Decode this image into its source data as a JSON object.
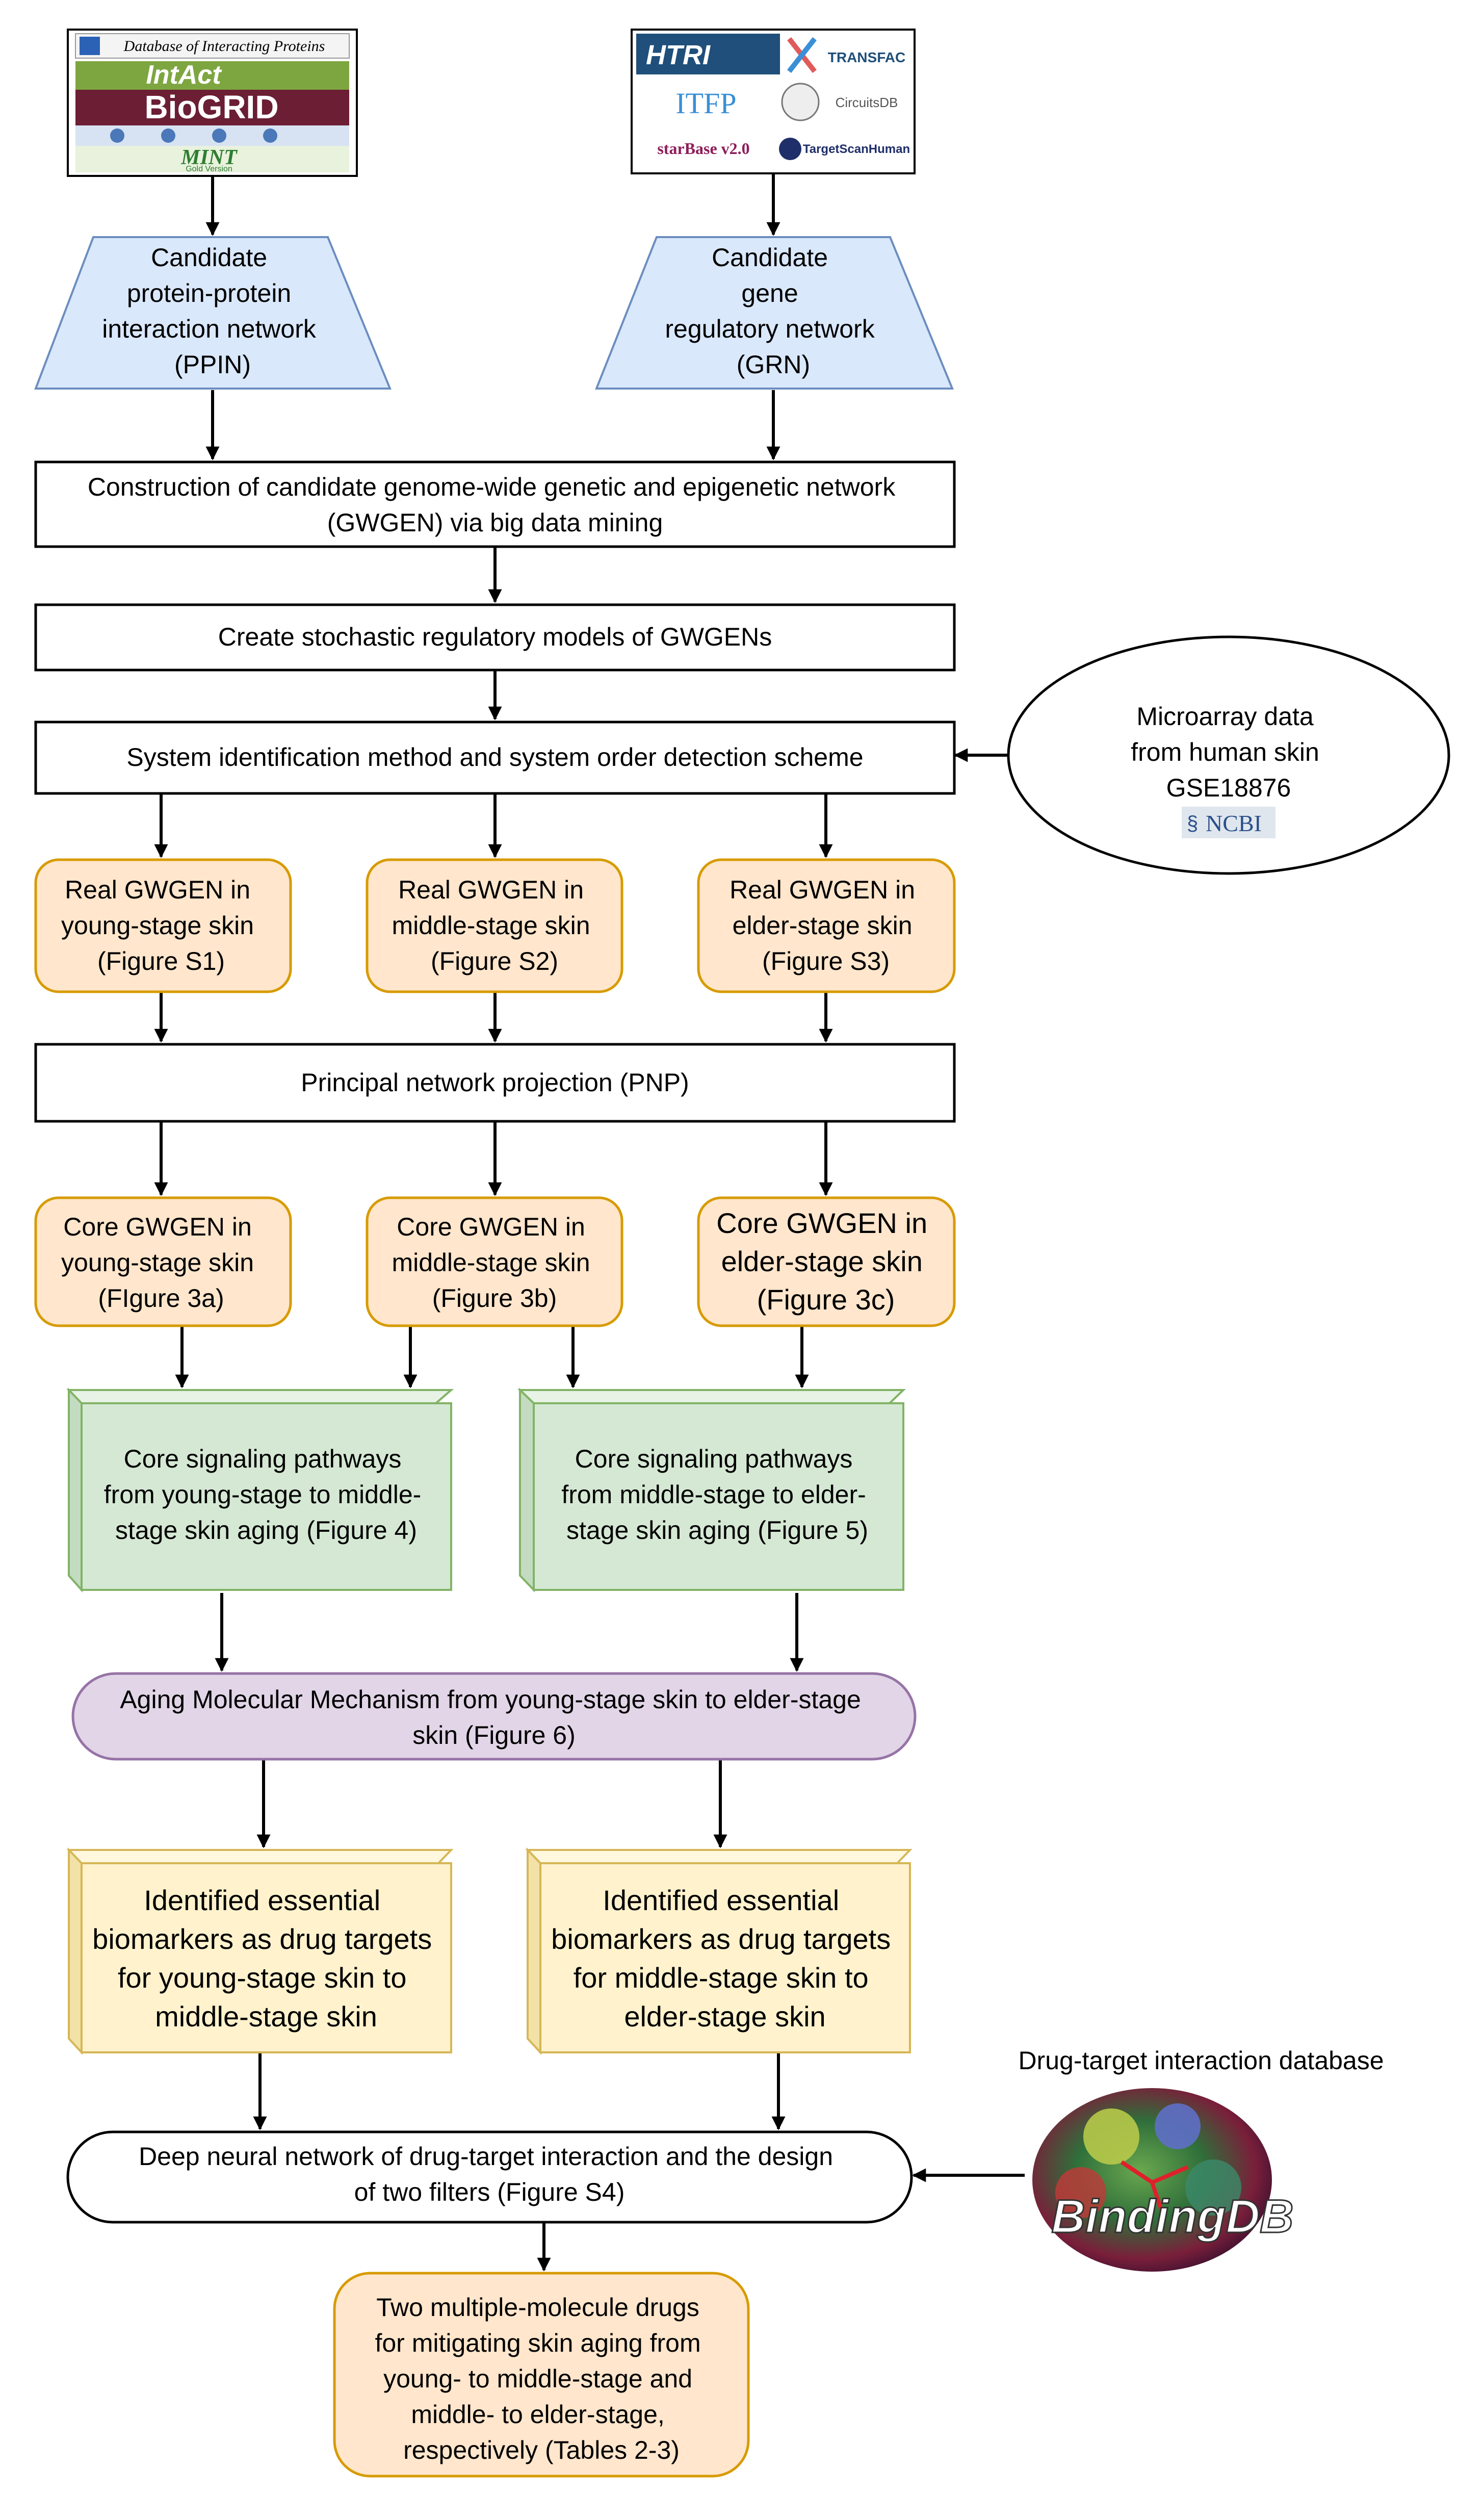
{
  "sources": {
    "ppi_logos": {
      "dip": "Database of Interacting Proteins",
      "intact": "IntAct",
      "biogrid": "BioGRID",
      "mint": "MINT",
      "mint_sub": "Gold Version"
    },
    "grn_logos": {
      "htri": "HTRI",
      "transfac": "TRANSFAC",
      "itfp": "ITFP",
      "circuitsdb": "CircuitsDB",
      "starbase": "starBase v2.0",
      "targetscan": "TargetScanHuman"
    }
  },
  "nodes": {
    "ppin": [
      "Candidate",
      "protein-protein",
      "interaction network",
      "(PPIN)"
    ],
    "grn": [
      "Candidate",
      "gene",
      "regulatory network",
      "(GRN)"
    ],
    "gwgen_construction": [
      "Construction of candidate genome-wide genetic and epigenetic network",
      "(GWGEN) via big data mining"
    ],
    "stochastic_models": [
      "Create stochastic regulatory models of GWGENs"
    ],
    "system_identification": [
      "System identification method and system order detection scheme"
    ],
    "microarray": [
      "Microarray data",
      "from human skin",
      "GSE18876"
    ],
    "ncbi_label": "NCBI",
    "real_young": [
      "Real GWGEN in",
      "young-stage skin",
      "(Figure S1)"
    ],
    "real_middle": [
      "Real GWGEN in",
      "middle-stage skin",
      "(Figure S2)"
    ],
    "real_elder": [
      "Real GWGEN in",
      "elder-stage skin",
      "(Figure S3)"
    ],
    "pnp": [
      "Principal network projection (PNP)"
    ],
    "core_young": [
      "Core GWGEN in",
      "young-stage skin",
      "(FIgure 3a)"
    ],
    "core_middle": [
      "Core GWGEN in",
      "middle-stage skin",
      "(Figure 3b)"
    ],
    "core_elder": [
      "Core GWGEN in",
      "elder-stage skin",
      "(Figure 3c)"
    ],
    "pathways_young_middle": [
      "Core signaling pathways",
      "from young-stage to middle-",
      "stage skin aging (Figure 4)"
    ],
    "pathways_middle_elder": [
      "Core signaling pathways",
      "from middle-stage to elder-",
      "stage skin aging (Figure 5)"
    ],
    "aging_mechanism": [
      "Aging Molecular Mechanism from young-stage skin to elder-stage",
      "skin (Figure 6)"
    ],
    "biomarkers_young_middle": [
      "Identified essential",
      "biomarkers as drug targets",
      "for young-stage skin to",
      "middle-stage skin"
    ],
    "biomarkers_middle_elder": [
      "Identified essential",
      "biomarkers as drug targets",
      "for middle-stage skin to",
      "elder-stage skin"
    ],
    "dnn": [
      "Deep neural network of drug-target interaction and the design",
      "of two filters (Figure S4)"
    ],
    "drug_db_caption": "Drug-target interaction database",
    "bindingdb_label": "BindingDB",
    "drugs": [
      "Two multiple-molecule drugs",
      "for mitigating skin aging from",
      "young- to middle-stage and",
      "middle- to elder-stage,",
      "respectively (Tables 2-3)"
    ]
  },
  "colors": {
    "trapezoid_fill": "#dae8fc",
    "trapezoid_stroke": "#6c8ebf",
    "orange_fill": "#ffe6cc",
    "orange_stroke": "#d79b00",
    "green_fill": "#d5e8d4",
    "green_stroke": "#82b366",
    "purple_fill": "#e1d5e7",
    "purple_stroke": "#9673a6",
    "yellow_fill": "#fff2cc",
    "yellow_stroke": "#d6b656"
  }
}
